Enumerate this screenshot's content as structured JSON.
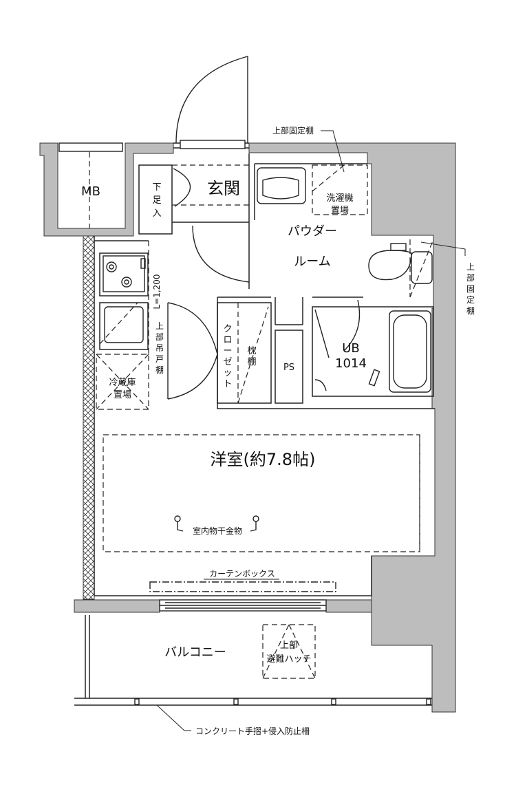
{
  "rooms": {
    "mb": "MB",
    "genkan": "玄関",
    "shoe_box_1": "下",
    "shoe_box_2": "足",
    "shoe_box_3": "入",
    "powder_1": "パウダー",
    "powder_2": "ルーム",
    "washer_1": "洗濯機",
    "washer_2": "置場",
    "unit_bath_1": "UB",
    "unit_bath_2": "1014",
    "ps": "PS",
    "closet": [
      "ク",
      "ロ",
      "ー",
      "ゼ",
      "ッ",
      "ト"
    ],
    "pillow_shelf": [
      "枕",
      "棚"
    ],
    "fridge_1": "冷蔵庫",
    "fridge_2": "置場",
    "main_room": "洋室(約7.8帖)",
    "balcony": "バルコニー",
    "hatch_1": "上部",
    "hatch_2": "避難ハッチ"
  },
  "notes": {
    "upper_shelf_top": "上部固定棚",
    "upper_shelf_right": [
      "上",
      "部",
      "固",
      "定",
      "棚"
    ],
    "kitchen_length": "L=1,200",
    "kitchen_cabinet": [
      "上",
      "部",
      "吊",
      "戸",
      "棚"
    ],
    "drying_hardware": "室内物干金物",
    "curtain_box": "カーテンボックス",
    "railing": "コンクリート手摺+侵入防止柵"
  }
}
